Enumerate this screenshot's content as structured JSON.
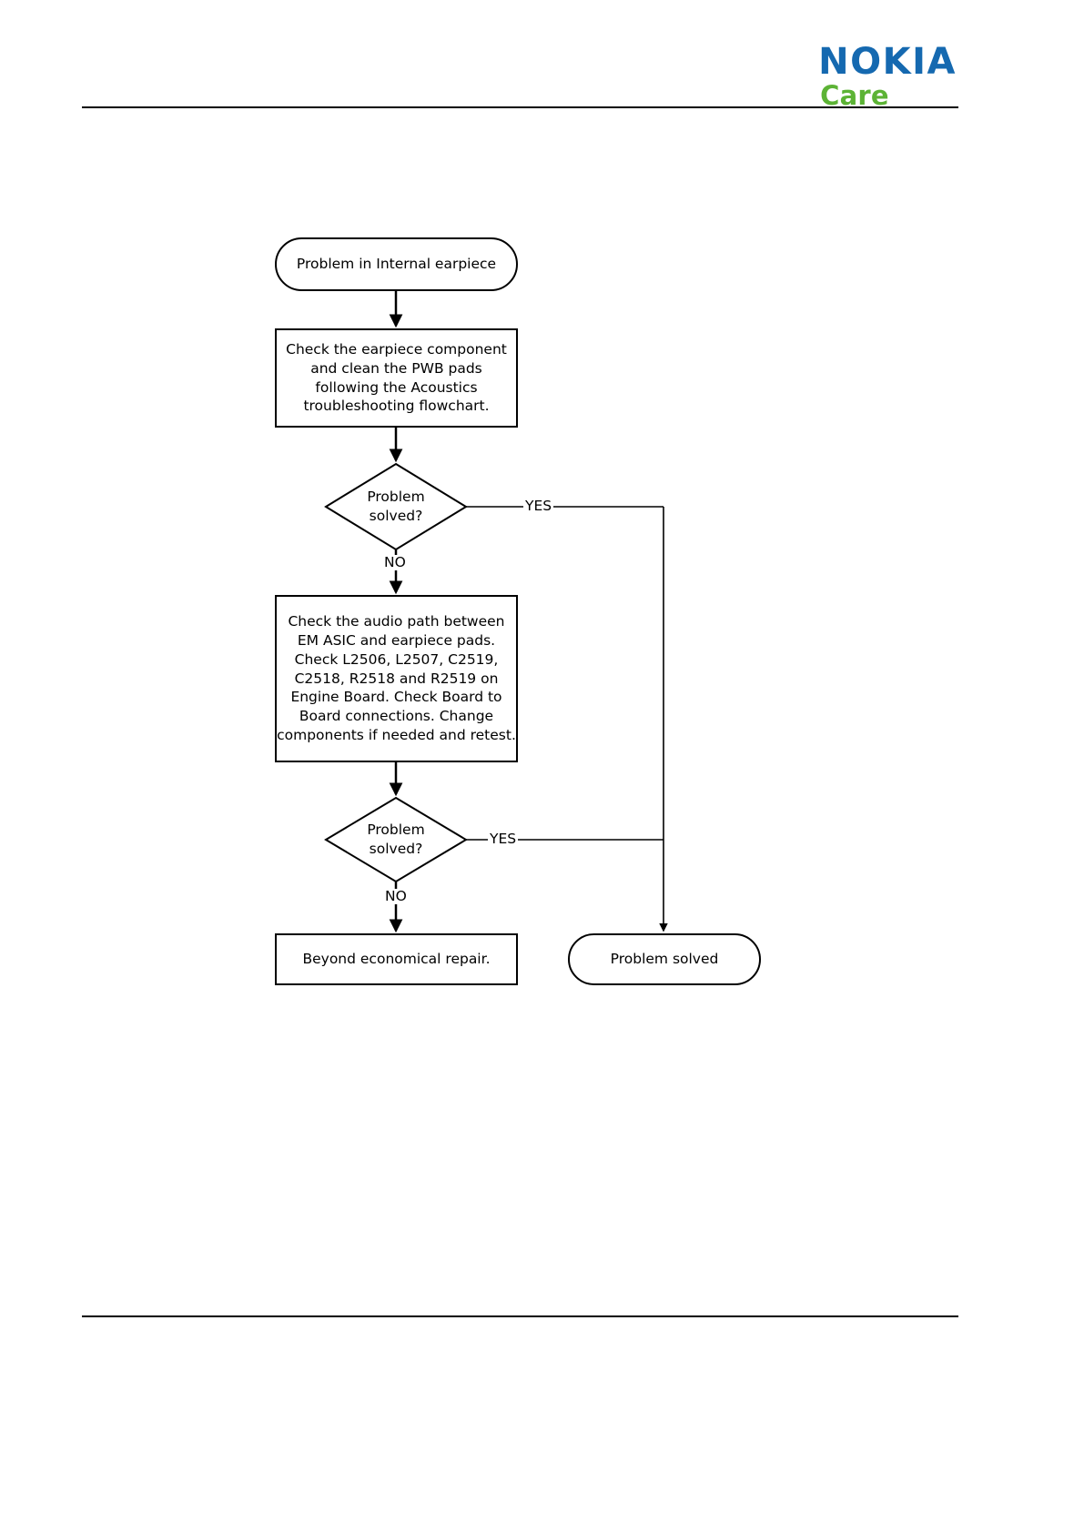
{
  "header": {
    "brand_primary": "NOKIA",
    "brand_secondary": "Care",
    "brand_primary_color": "#1569b0",
    "brand_secondary_color": "#5cb335"
  },
  "chart_data": {
    "type": "flowchart",
    "title": "Internal earpiece troubleshooting flowchart",
    "nodes": [
      {
        "id": "start",
        "shape": "terminator",
        "text": "Problem in Internal earpiece"
      },
      {
        "id": "process1",
        "shape": "process",
        "text": "Check the earpiece component\nand clean the PWB pads\nfollowing the Acoustics\ntroubleshooting flowchart."
      },
      {
        "id": "decision1",
        "shape": "decision",
        "text": "Problem\nsolved?"
      },
      {
        "id": "process2",
        "shape": "process",
        "text": "Check the audio path between\nEM ASIC and earpiece pads.\nCheck L2506, L2507, C2519,\nC2518, R2518 and R2519 on\nEngine Board. Check Board to\nBoard connections. Change\ncomponents if needed and retest."
      },
      {
        "id": "decision2",
        "shape": "decision",
        "text": "Problem\nsolved?"
      },
      {
        "id": "end_fail",
        "shape": "process",
        "text": "Beyond economical repair."
      },
      {
        "id": "end_ok",
        "shape": "terminator",
        "text": "Problem solved"
      }
    ],
    "edges": [
      {
        "from": "start",
        "to": "process1",
        "label": ""
      },
      {
        "from": "process1",
        "to": "decision1",
        "label": ""
      },
      {
        "from": "decision1",
        "to": "end_ok",
        "label": "YES"
      },
      {
        "from": "decision1",
        "to": "process2",
        "label": "NO"
      },
      {
        "from": "process2",
        "to": "decision2",
        "label": ""
      },
      {
        "from": "decision2",
        "to": "end_ok",
        "label": "YES"
      },
      {
        "from": "decision2",
        "to": "end_fail",
        "label": "NO"
      }
    ],
    "edge_labels": {
      "yes1": "YES",
      "no1": "NO",
      "yes2": "YES",
      "no2": "NO"
    }
  }
}
